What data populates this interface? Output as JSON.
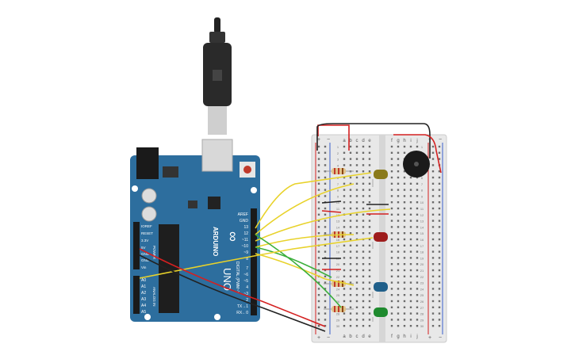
{
  "board": {
    "brand": "ARDUINO",
    "model": "UNO",
    "pin_header_left": [
      "AREF",
      "GND",
      "13",
      "12",
      "~11",
      "~10",
      "~9",
      "8"
    ],
    "pin_header_right": [
      "7",
      "~6",
      "~5",
      "4",
      "~3",
      "2",
      "TX→1",
      "RX←0"
    ],
    "digital_label": "DIGITAL (PWM~)",
    "power_labels": [
      "IOREF",
      "RESET",
      "3.3V",
      "5V",
      "GND",
      "GND",
      "Vin"
    ],
    "power_title": "POWER",
    "analog_labels": [
      "A0",
      "A1",
      "A2",
      "A3",
      "A4",
      "A5"
    ],
    "analog_title": "ANALOG IN"
  },
  "breadboard": {
    "columns_left": [
      "a",
      "b",
      "c",
      "d",
      "e"
    ],
    "columns_right": [
      "f",
      "g",
      "h",
      "i",
      "j"
    ],
    "rows": [
      "1",
      "2",
      "3",
      "4",
      "5",
      "6",
      "7",
      "8",
      "9",
      "10",
      "11",
      "12",
      "13",
      "14",
      "15",
      "16",
      "17",
      "18",
      "19",
      "20",
      "21",
      "22",
      "23",
      "24",
      "25",
      "26",
      "27",
      "28",
      "29",
      "30"
    ],
    "rail_plus": "+",
    "rail_minus": "−"
  },
  "colors": {
    "board": "#2d6e9e",
    "breadboard": "#e8e8e8",
    "wire_yellow": "#e8d22a",
    "wire_green": "#3aae3a",
    "wire_red": "#d42020",
    "wire_black": "#222222",
    "led_yellow": "#8a7a1a",
    "led_red": "#9e1c1c",
    "led_blue": "#1f5f8a",
    "led_green": "#1e8a2e"
  },
  "components": [
    "usb-cable",
    "arduino-uno",
    "breadboard",
    "piezo-buzzer",
    "led-yellow",
    "led-red",
    "led-blue",
    "led-green",
    "resistor-1",
    "resistor-2",
    "resistor-3",
    "resistor-4"
  ]
}
